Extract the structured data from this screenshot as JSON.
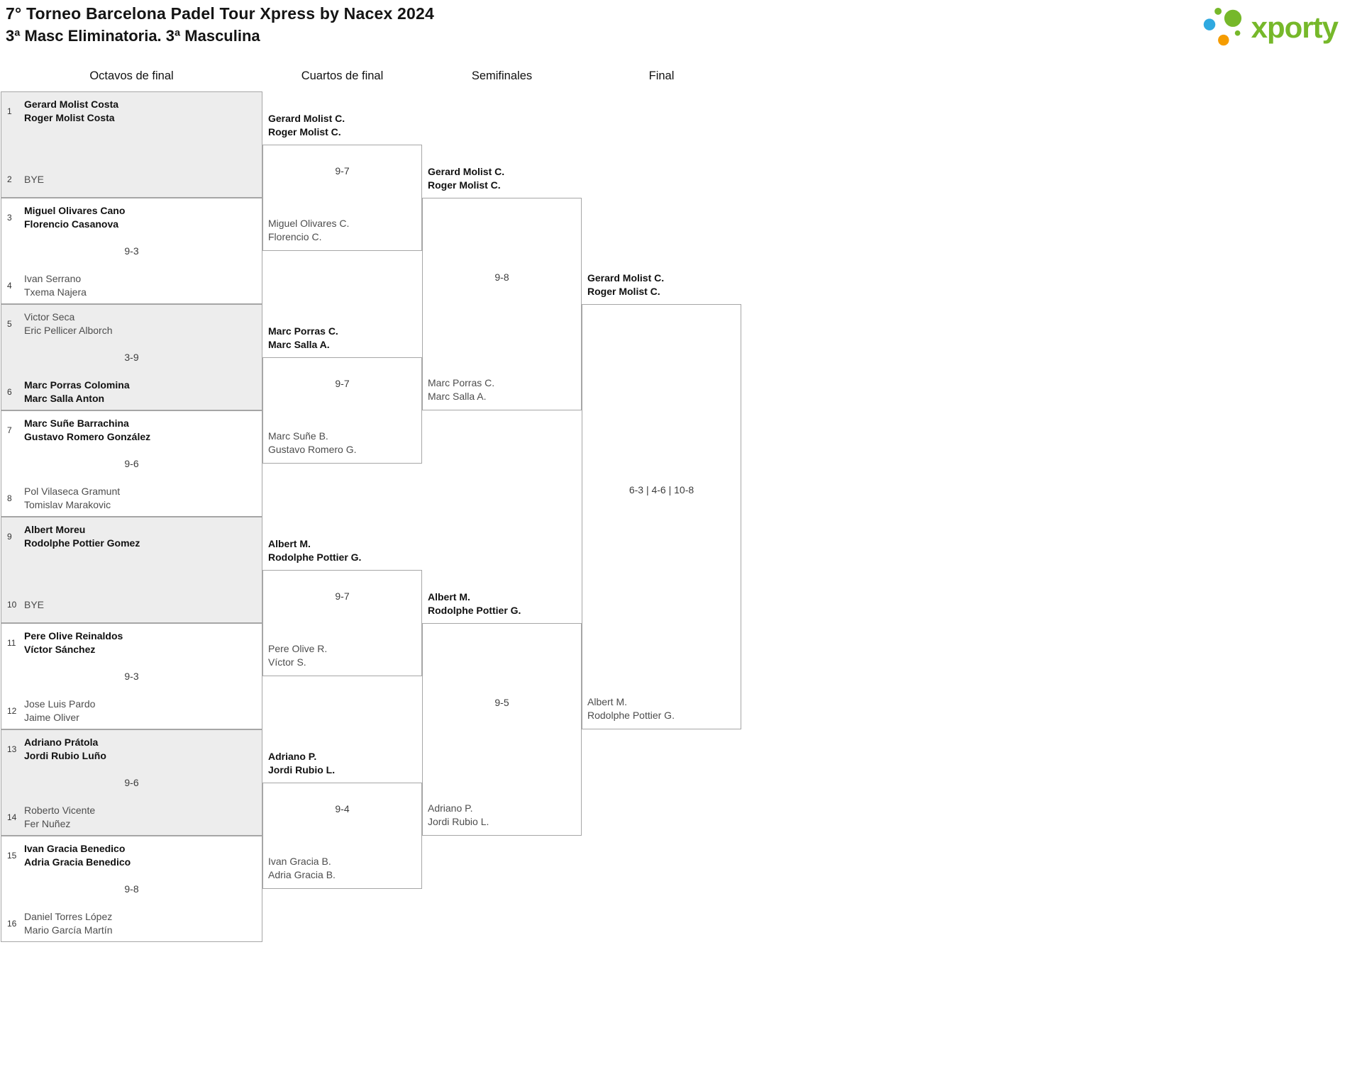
{
  "header": {
    "title": "7° Torneo Barcelona Padel Tour Xpress by Nacex 2024",
    "subtitle": "3ª Masc Eliminatoria. 3ª Masculina"
  },
  "logo": {
    "text": "xporty"
  },
  "colors": {
    "brand_green": "#76b82a",
    "logo_blue": "#2fa9e0",
    "logo_orange": "#f59c00",
    "shaded_match_bg": "#ededed",
    "border": "#a6a6a6",
    "winner_text": "#111111",
    "loser_text": "#4d4d4d"
  },
  "round_labels": [
    "Octavos de final",
    "Cuartos de final",
    "Semifinales",
    "Final"
  ],
  "r16": [
    {
      "seed_top": "1",
      "top1": "Gerard Molist Costa",
      "top2": "Roger Molist Costa",
      "top_winner": true,
      "seed_bottom": "2",
      "bottom1": "BYE",
      "bottom_winner": false,
      "score": ""
    },
    {
      "seed_top": "3",
      "top1": "Miguel Olivares Cano",
      "top2": "Florencio Casanova",
      "top_winner": true,
      "seed_bottom": "4",
      "bottom1": "Ivan Serrano",
      "bottom2": "Txema Najera",
      "bottom_winner": false,
      "score": "9-3"
    },
    {
      "seed_top": "5",
      "top1": "Victor Seca",
      "top2": "Eric Pellicer Alborch",
      "top_winner": false,
      "seed_bottom": "6",
      "bottom1": "Marc Porras Colomina",
      "bottom2": "Marc Salla Anton",
      "bottom_winner": true,
      "score": "3-9"
    },
    {
      "seed_top": "7",
      "top1": "Marc Suñe Barrachina",
      "top2": "Gustavo Romero González",
      "top_winner": true,
      "seed_bottom": "8",
      "bottom1": "Pol Vilaseca Gramunt",
      "bottom2": "Tomislav Marakovic",
      "bottom_winner": false,
      "score": "9-6"
    },
    {
      "seed_top": "9",
      "top1": "Albert Moreu",
      "top2": "Rodolphe Pottier Gomez",
      "top_winner": true,
      "seed_bottom": "10",
      "bottom1": "BYE",
      "bottom_winner": false,
      "score": ""
    },
    {
      "seed_top": "11",
      "top1": "Pere Olive Reinaldos",
      "top2": "Víctor Sánchez",
      "top_winner": true,
      "seed_bottom": "12",
      "bottom1": "Jose Luis Pardo",
      "bottom2": "Jaime Oliver",
      "bottom_winner": false,
      "score": "9-3"
    },
    {
      "seed_top": "13",
      "top1": "Adriano Prátola",
      "top2": "Jordi Rubio Luño",
      "top_winner": true,
      "seed_bottom": "14",
      "bottom1": "Roberto Vicente",
      "bottom2": "Fer Nuñez",
      "bottom_winner": false,
      "score": "9-6"
    },
    {
      "seed_top": "15",
      "top1": "Ivan Gracia Benedico",
      "top2": "Adria Gracia Benedico",
      "top_winner": true,
      "seed_bottom": "16",
      "bottom1": "Daniel Torres López",
      "bottom2": "Mario García Martín",
      "bottom_winner": false,
      "score": "9-8"
    }
  ],
  "qf": [
    {
      "top1": "Gerard Molist C.",
      "top2": "Roger Molist C.",
      "top_winner": true,
      "bottom1": "Miguel Olivares C.",
      "bottom2": "Florencio C.",
      "bottom_winner": false,
      "score": "9-7"
    },
    {
      "top1": "Marc Porras C.",
      "top2": "Marc Salla A.",
      "top_winner": true,
      "bottom1": "Marc Suñe B.",
      "bottom2": "Gustavo Romero G.",
      "bottom_winner": false,
      "score": "9-7"
    },
    {
      "top1": "Albert M.",
      "top2": "Rodolphe Pottier G.",
      "top_winner": true,
      "bottom1": "Pere Olive R.",
      "bottom2": "Víctor S.",
      "bottom_winner": false,
      "score": "9-7"
    },
    {
      "top1": "Adriano P.",
      "top2": "Jordi Rubio L.",
      "top_winner": true,
      "bottom1": "Ivan Gracia B.",
      "bottom2": "Adria Gracia B.",
      "bottom_winner": false,
      "score": "9-4"
    }
  ],
  "sf": [
    {
      "top1": "Gerard Molist C.",
      "top2": "Roger Molist C.",
      "top_winner": true,
      "bottom1": "Marc Porras C.",
      "bottom2": "Marc Salla A.",
      "bottom_winner": false,
      "score": "9-8"
    },
    {
      "top1": "Albert M.",
      "top2": "Rodolphe Pottier G.",
      "top_winner": true,
      "bottom1": "Adriano P.",
      "bottom2": "Jordi Rubio L.",
      "bottom_winner": false,
      "score": "9-5"
    }
  ],
  "final": {
    "top1": "Gerard Molist C.",
    "top2": "Roger Molist C.",
    "top_winner": true,
    "bottom1": "Albert M.",
    "bottom2": "Rodolphe Pottier G.",
    "bottom_winner": false,
    "score": "6-3 | 4-6 | 10-8"
  }
}
